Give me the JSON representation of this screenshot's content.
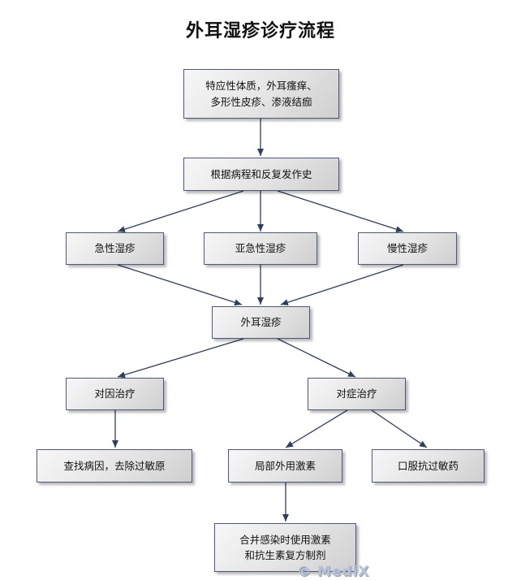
{
  "title": "外耳湿疹诊疗流程",
  "nodes": {
    "symptoms": "特应性体质，外耳瘙痒、\n多形性皮疹、渗液结痂",
    "history": "根据病程和反复发作史",
    "acute": "急性湿疹",
    "subacute": "亚急性湿疹",
    "chronic": "慢性湿疹",
    "eczema": "外耳湿疹",
    "cause_treatment": "对因治疗",
    "symptom_treatment": "对症治疗",
    "find_cause": "查找病因，去除过敏原",
    "topical_steroid": "局部外用激素",
    "oral_antiallergy": "口服抗过敏药",
    "infection": "合并感染时使用激素\n和抗生素复方制剂"
  },
  "watermark": "© MediX"
}
